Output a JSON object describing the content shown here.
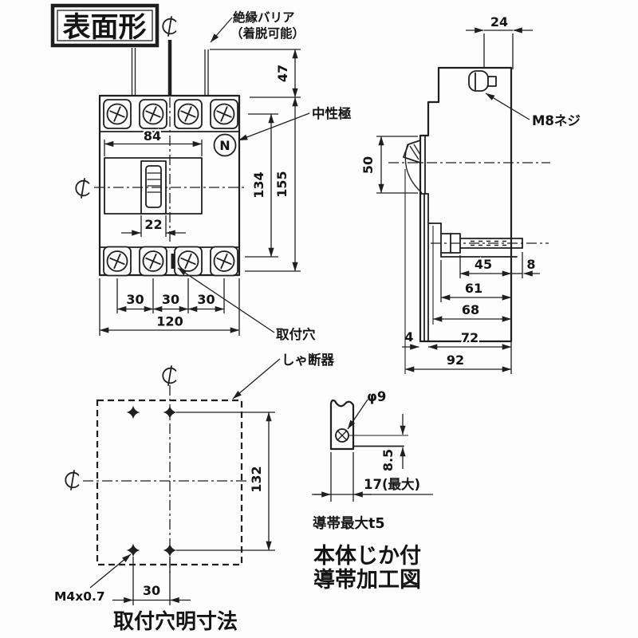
{
  "title": "表面形",
  "icons": {
    "centerline_icon": "℄",
    "mounting_hole_icon": "✦",
    "screw_cross_icon": "+"
  },
  "front_view": {
    "insulation_barrier_label_1": "絶縁バリア",
    "insulation_barrier_label_2": "（着脱可能）",
    "neutral_pole_label": "中性極",
    "neutral_marker": "N",
    "mounting_hole_label": "取付穴",
    "breaker_label": "しゃ断器",
    "dim_barrier_height": "47",
    "dim_cover_width": "84",
    "dim_handle_width": "22",
    "dim_height_inner": "134",
    "dim_height_overall": "155",
    "dim_pole_pitch_1": "30",
    "dim_pole_pitch_2": "30",
    "dim_pole_pitch_3": "30",
    "dim_width_overall": "120"
  },
  "side_view": {
    "m8_screw_label": "M8ネジ",
    "dim_top_width": "24",
    "dim_handle_height": "50",
    "dim_stud_length": "45",
    "dim_stud_protrusion": "8",
    "dim_depth_terminal": "61",
    "dim_depth_body": "68",
    "dim_plate_thickness": "4",
    "dim_depth_front": "72",
    "dim_depth_overall": "92"
  },
  "mounting_layout": {
    "dim_hole_vertical_pitch": "132",
    "dim_hole_horizontal_pitch": "30",
    "m4_screw_label": "M4x0.7",
    "caption": "取付穴明寸法"
  },
  "busbar_detail": {
    "dim_hole_diameter": "φ9",
    "dim_hole_offset": "8.5",
    "dim_width_max": "17(最大)",
    "strip_note": "導帯最大t5",
    "caption_line_1": "本体じか付",
    "caption_line_2": "導帯加工図"
  }
}
